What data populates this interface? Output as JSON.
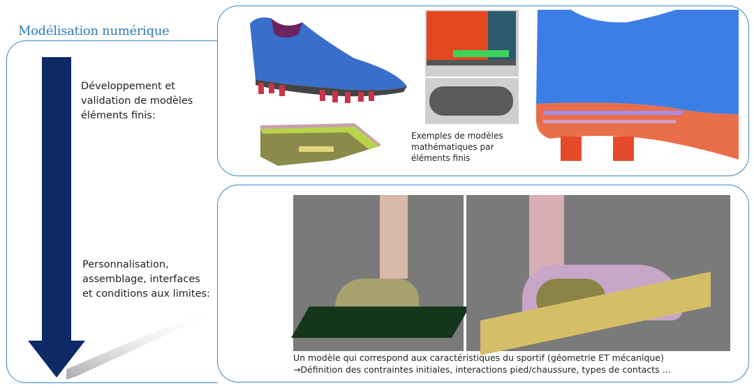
{
  "slide": {
    "title": "Modélisation numérique",
    "steps": [
      {
        "label": "Développement et validation de modèles éléments finis:"
      },
      {
        "label": "Personnalisation, assemblage, interfaces et conditions aux limites:"
      }
    ],
    "top_panel": {
      "caption": "Exemples de modèles mathématiques par éléments finis"
    },
    "bottom_panel": {
      "caption_line1": "Un modèle qui correspond aux caractéristiques du sportif (géometrie ET mécanique)",
      "caption_line2": "→Définition des contraintes initiales, interactions pied/chaussure, types de contacts …"
    },
    "colors": {
      "accent": "#3a86c0",
      "title": "#2e7bb8",
      "arrow": "#0d2a66"
    }
  }
}
